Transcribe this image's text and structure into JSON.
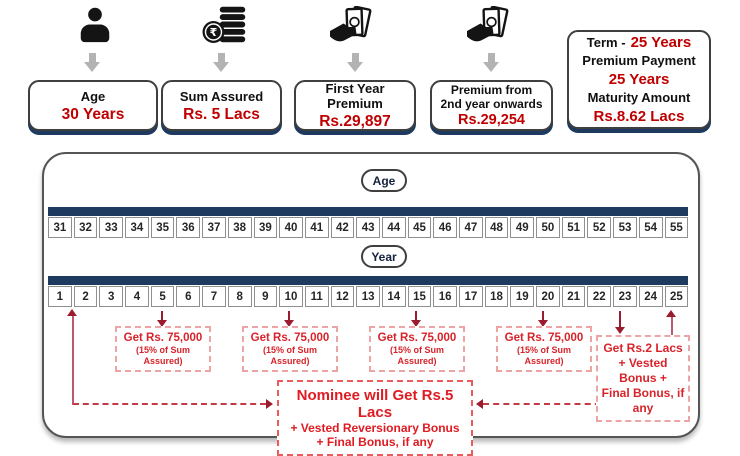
{
  "header": {
    "cards": [
      {
        "icon": "person-icon",
        "label": "Age",
        "value": "30 Years"
      },
      {
        "icon": "rupee-coins-icon",
        "label": "Sum Assured",
        "value": "Rs. 5 Lacs"
      },
      {
        "icon": "cash-in-hand-icon",
        "label": "First Year Premium",
        "value": "Rs.29,897"
      },
      {
        "icon": "cash-in-hand-icon",
        "label_line1": "Premium from",
        "label_line2": "2nd year onwards",
        "value": "Rs.29,254"
      }
    ],
    "term_card": {
      "line1_black": "Term -",
      "line1_red": "25 Years",
      "line2_black": "Premium Payment",
      "line3_red": "25 Years",
      "line4_black": "Maturity Amount",
      "line5_red": "Rs.8.62 Lacs"
    }
  },
  "timeline": {
    "age_pill": "Age",
    "year_pill": "Year",
    "ages": [
      "31",
      "32",
      "33",
      "34",
      "35",
      "36",
      "37",
      "38",
      "39",
      "40",
      "41",
      "42",
      "43",
      "44",
      "45",
      "46",
      "47",
      "48",
      "49",
      "50",
      "51",
      "52",
      "53",
      "54",
      "55"
    ],
    "years": [
      "1",
      "2",
      "3",
      "4",
      "5",
      "6",
      "7",
      "8",
      "9",
      "10",
      "11",
      "12",
      "13",
      "14",
      "15",
      "16",
      "17",
      "18",
      "19",
      "20",
      "21",
      "22",
      "23",
      "24",
      "25"
    ],
    "payouts": [
      {
        "at_year": "5",
        "line1": "Get Rs. 75,000",
        "line2": "(15% of Sum Assured)"
      },
      {
        "at_year": "10",
        "line1": "Get Rs. 75,000",
        "line2": "(15% of Sum Assured)"
      },
      {
        "at_year": "15",
        "line1": "Get Rs. 75,000",
        "line2": "(15% of Sum Assured)"
      },
      {
        "at_year": "20",
        "line1": "Get Rs. 75,000",
        "line2": "(15% of Sum Assured)"
      }
    ],
    "maturity_note": {
      "line1": "Get Rs.2 Lacs",
      "line2": "+ Vested Bonus +",
      "line3": "Final Bonus, if any"
    },
    "nominee_note": {
      "line1": "Nominee will Get Rs.5 Lacs",
      "line2": "+ Vested Reversionary Bonus",
      "line3": "+ Final Bonus, if any"
    }
  },
  "colors": {
    "navy": "#1e3a5f",
    "maroon": "#9b1b2f",
    "card_value_red": "#c00000",
    "note_red": "#d8232a"
  }
}
